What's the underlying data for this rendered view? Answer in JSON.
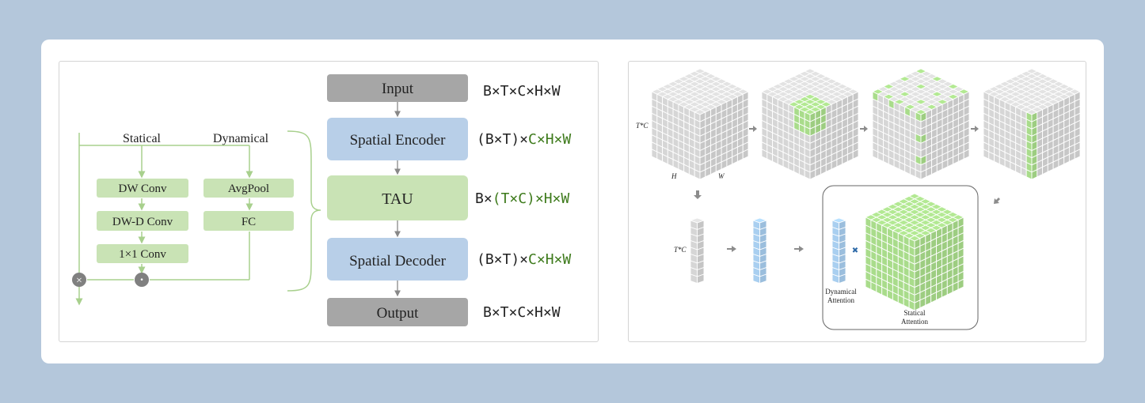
{
  "left": {
    "branches": {
      "statical": "Statical",
      "dynamical": "Dynamical"
    },
    "statical_blocks": [
      "DW Conv",
      "DW-D Conv",
      "1×1 Conv"
    ],
    "dynamical_blocks": [
      "AvgPool",
      "FC"
    ],
    "ops": {
      "multiply": "×",
      "dot": "·"
    },
    "pipeline": [
      {
        "label": "Input",
        "shape_plain": "B×T×C×H×W",
        "shape_pre": "",
        "shape_hl": "",
        "shape_post": ""
      },
      {
        "label": "Spatial Encoder",
        "shape_plain": "",
        "shape_pre": "(B×T)×",
        "shape_hl": "C×H×W",
        "shape_post": ""
      },
      {
        "label": "TAU",
        "shape_plain": "",
        "shape_pre": "B×",
        "shape_hl": "(T×C)×H×W",
        "shape_post": ""
      },
      {
        "label": "Spatial Decoder",
        "shape_plain": "",
        "shape_pre": "(B×T)×",
        "shape_hl": "C×H×W",
        "shape_post": ""
      },
      {
        "label": "Output",
        "shape_plain": "B×T×C×H×W",
        "shape_pre": "",
        "shape_hl": "",
        "shape_post": ""
      }
    ]
  },
  "right": {
    "cube_labels": {
      "depth": "T*C",
      "height": "H",
      "width": "W"
    },
    "column_label": "T*C",
    "dynamical_attention": "Dynamical\nAttention",
    "statical_attention": "Statical\nAttention",
    "multiply_symbol": "✖"
  },
  "colors": {
    "grey_block": "#a6a6a6",
    "blue_block": "#b8cfe8",
    "green_block": "#c9e3b5",
    "green_text": "#3d7a1b",
    "line_green": "#a8d08d",
    "cube_green": "#a9dc8b",
    "cube_blue": "#a9cff0",
    "cube_grey": "#d6d6d6"
  }
}
